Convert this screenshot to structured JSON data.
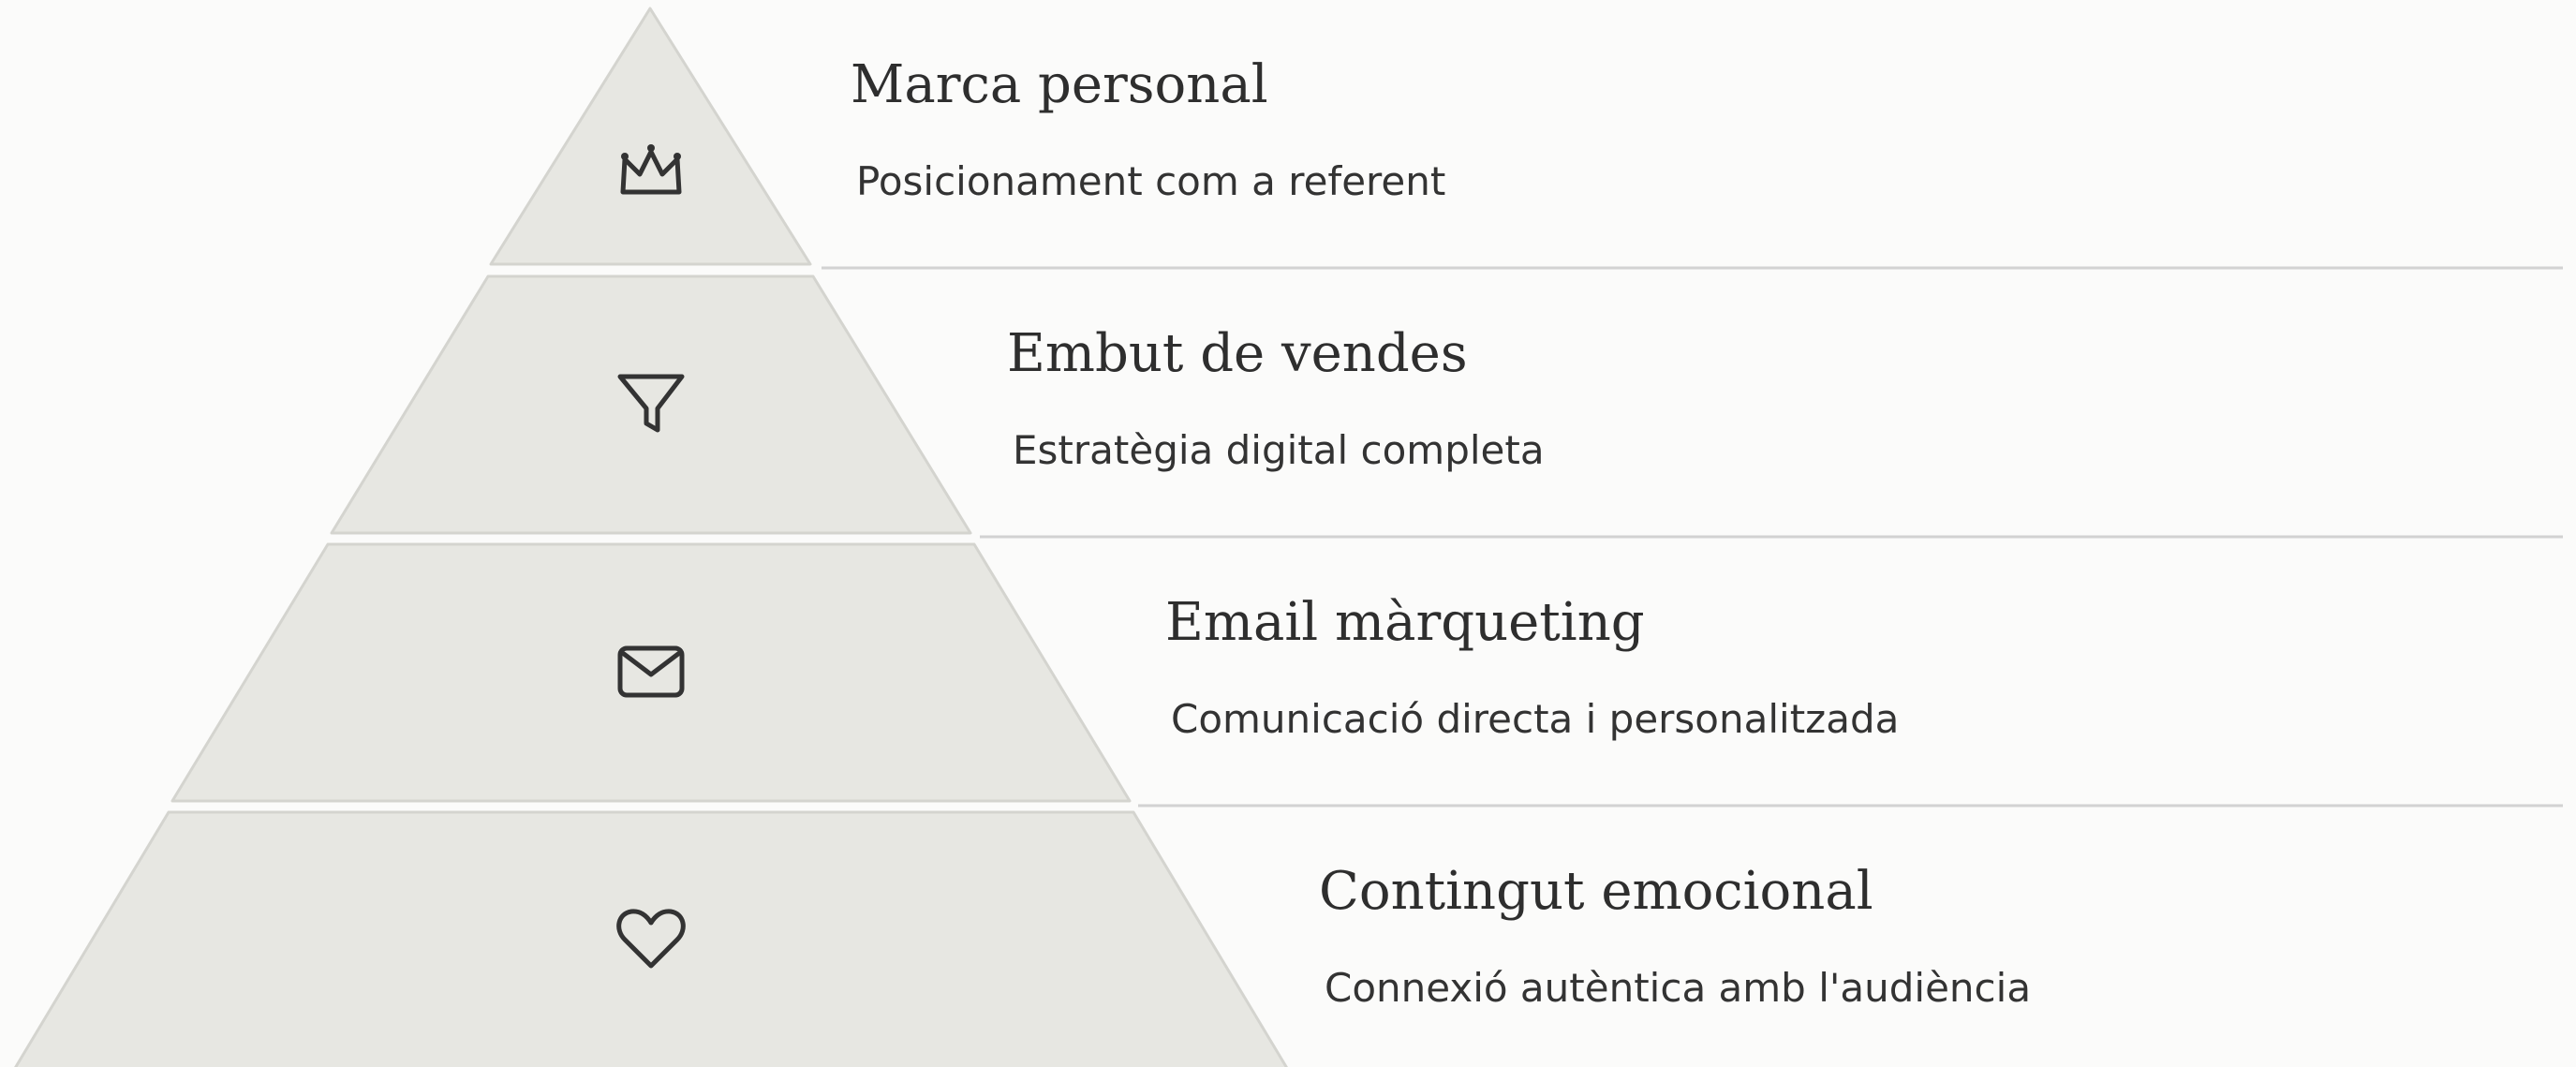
{
  "diagram": {
    "tiers": [
      {
        "title": "Marca personal",
        "description": "Posicionament com a referent",
        "icon": "crown-icon"
      },
      {
        "title": "Embut de vendes",
        "description": "Estratègia digital completa",
        "icon": "funnel-icon"
      },
      {
        "title": "Email màrqueting",
        "description": "Comunicació directa i personalitzada",
        "icon": "envelope-icon"
      },
      {
        "title": "Contingut emocional",
        "description": "Connexió autèntica amb l'audiència",
        "icon": "heart-icon"
      }
    ]
  },
  "colors": {
    "tier_fill": "#e7e7e2",
    "tier_stroke": "#d4d4cf",
    "divider": "#d2d2d2",
    "icon_stroke": "#333333",
    "title_text": "#2e2e2e",
    "description_text": "#333333"
  }
}
